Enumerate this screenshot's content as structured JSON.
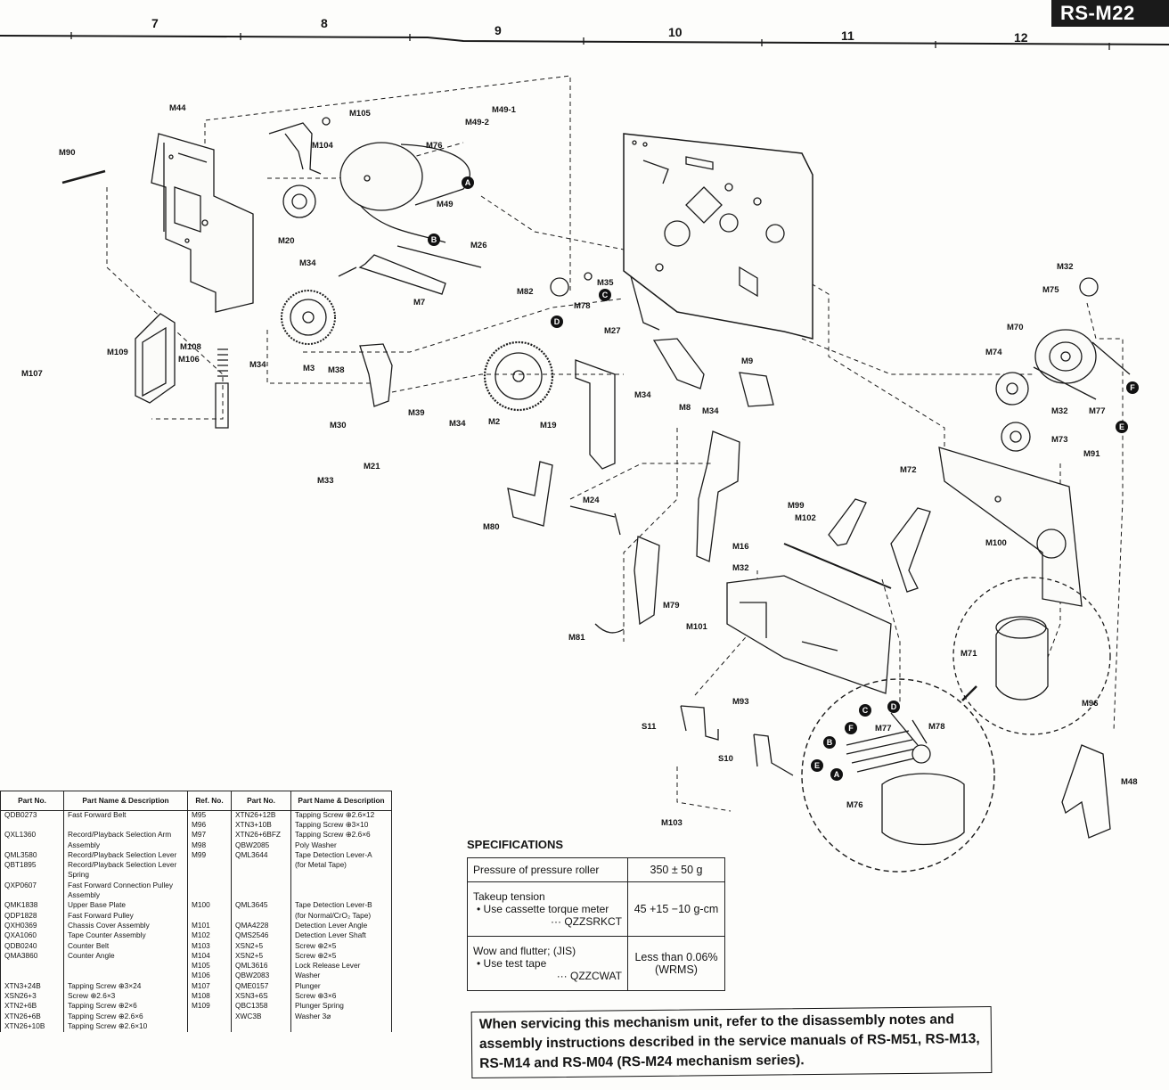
{
  "header": {
    "model": "RS-M22",
    "column_numbers": [
      "7",
      "8",
      "9",
      "10",
      "11",
      "12"
    ]
  },
  "callouts": {
    "M44": "M44",
    "M90": "M90",
    "M105": "M105",
    "M104": "M104",
    "M49_1": "M49-1",
    "M49_2": "M49-2",
    "M76": "M76",
    "M49": "M49",
    "M20": "M20",
    "M26": "M26",
    "M34": "M34",
    "M7": "M7",
    "M3": "M3",
    "M38": "M38",
    "M108": "M108",
    "M106": "M106",
    "M109": "M109",
    "M107": "M107",
    "M39": "M39",
    "M30": "M30",
    "M21": "M21",
    "M33": "M33",
    "M2": "M2",
    "M82": "M82",
    "M78": "M78",
    "M35": "M35",
    "M27": "M27",
    "M8": "M8",
    "M9": "M9",
    "M19": "M19",
    "M24": "M24",
    "M80": "M80",
    "M16": "M16",
    "M79": "M79",
    "M81": "M81",
    "M32": "M32",
    "M75": "M75",
    "M70": "M70",
    "M74": "M74",
    "M77": "M77",
    "M73": "M73",
    "M91": "M91",
    "M72": "M72",
    "M99": "M99",
    "M102": "M102",
    "M100": "M100",
    "M101": "M101",
    "M71": "M71",
    "M96": "M96",
    "M93": "M93",
    "S11": "S11",
    "S10": "S10",
    "M103": "M103",
    "M48": "M48",
    "A": "A",
    "B": "B",
    "C": "C",
    "D": "D",
    "E": "E",
    "F": "F"
  },
  "parts_table": {
    "headers": [
      "Part No.",
      "Part Name & Description",
      "Ref. No.",
      "Part No.",
      "Part Name & Description"
    ],
    "left_part_no": [
      "QDB0273",
      "",
      "QXL1360",
      "",
      "QML3580",
      "QBT1895",
      "",
      "QXP0607",
      "",
      "QMK1838",
      "QDP1828",
      "QXH0369",
      "QXA1060",
      "QDB0240",
      "QMA3860",
      "",
      "",
      "XTN3+24B",
      "XSN26+3",
      "XTN2+6B",
      "XTN26+6B",
      "XTN26+10B"
    ],
    "left_desc": [
      "Fast Forward Belt",
      "",
      "Record/Playback Selection Arm",
      "Assembly",
      "Record/Playback Selection Lever",
      "Record/Playback Selection Lever",
      "Spring",
      "Fast Forward Connection Pulley",
      "Assembly",
      "Upper Base Plate",
      "Fast Forward Pulley",
      "Chassis Cover Assembly",
      "Tape Counter Assembly",
      "Counter Belt",
      "Counter Angle",
      "",
      "",
      "Tapping Screw ⊕3×24",
      "Screw ⊕2.6×3",
      "Tapping Screw ⊕2×6",
      "Tapping Screw ⊕2.6×6",
      "Tapping Screw ⊕2.6×10"
    ],
    "ref_no": [
      "M95",
      "M96",
      "M97",
      "M98",
      "M99",
      "",
      "",
      "",
      "",
      "M100",
      "",
      "M101",
      "M102",
      "M103",
      "M104",
      "M105",
      "M106",
      "M107",
      "M108",
      "M109",
      "",
      ""
    ],
    "right_part_no": [
      "XTN26+12B",
      "XTN3+10B",
      "XTN26+6BFZ",
      "QBW2085",
      "QML3644",
      "",
      "",
      "",
      "",
      "QML3645",
      "",
      "QMA4228",
      "QMS2546",
      "XSN2+5",
      "XSN2+5",
      "QML3616",
      "QBW2083",
      "QME0157",
      "XSN3+6S",
      "QBC1358",
      "XWC3B",
      ""
    ],
    "right_desc": [
      "Tapping Screw ⊕2.6×12",
      "Tapping Screw ⊕3×10",
      "Tapping Screw ⊕2.6×6",
      "Poly Washer",
      "Tape Detection Lever-A",
      "(for Metal Tape)",
      "",
      "",
      "",
      "Tape Detection Lever-B",
      "(for Normal/CrO₂ Tape)",
      "Detection Lever Angle",
      "Detection Lever Shaft",
      "Screw ⊕2×5",
      "Screw ⊕2×5",
      "Lock Release Lever",
      "Washer",
      "Plunger",
      "Screw ⊕3×6",
      "Plunger Spring",
      "Washer 3⌀",
      ""
    ]
  },
  "specifications": {
    "title": "SPECIFICATIONS",
    "rows": [
      {
        "item": "Pressure of pressure roller",
        "sub": "",
        "tool": "",
        "value": "350 ± 50 g"
      },
      {
        "item": "Takeup tension",
        "sub": "• Use cassette torque meter",
        "tool": "··· QZZSRKCT",
        "value": "45 +15 −10 g-cm"
      },
      {
        "item": "Wow and flutter; (JIS)",
        "sub": "• Use test tape",
        "tool": "··· QZZCWAT",
        "value": "Less than 0.06% (WRMS)"
      }
    ]
  },
  "service_note": "When servicing this mechanism unit, refer to the disassembly notes and assembly instructions described in the service manuals of RS-M51, RS-M13, RS-M14 and RS-M04 (RS-M24 mechanism series)."
}
